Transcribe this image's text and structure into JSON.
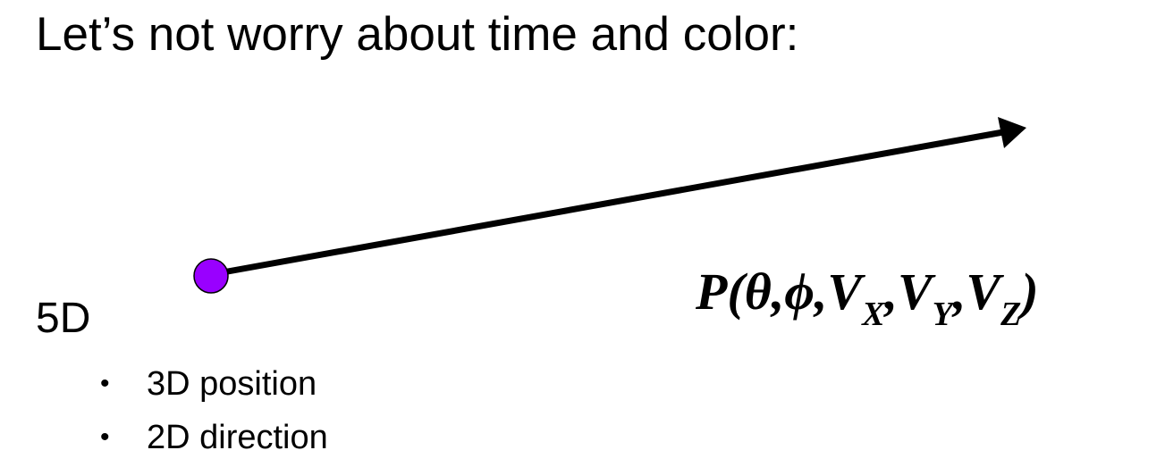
{
  "title": "Let’s not worry about time and color:",
  "diagram": {
    "point_color": "#9900ff",
    "arrow_color": "#000000"
  },
  "formula": {
    "prefix": "P(",
    "theta": "θ",
    "sep1": ",",
    "phi": "ϕ",
    "sep2": ",",
    "v1": "V",
    "v1_sub": "X",
    "sep3": ",",
    "v2": "V",
    "v2_sub": "Y",
    "sep4": ",",
    "v3": "V",
    "v3_sub": "Z",
    "suffix": ")"
  },
  "dimension_label": "5D",
  "bullets": [
    {
      "marker": "•",
      "text": "3D position"
    },
    {
      "marker": "•",
      "text": "2D direction"
    }
  ]
}
